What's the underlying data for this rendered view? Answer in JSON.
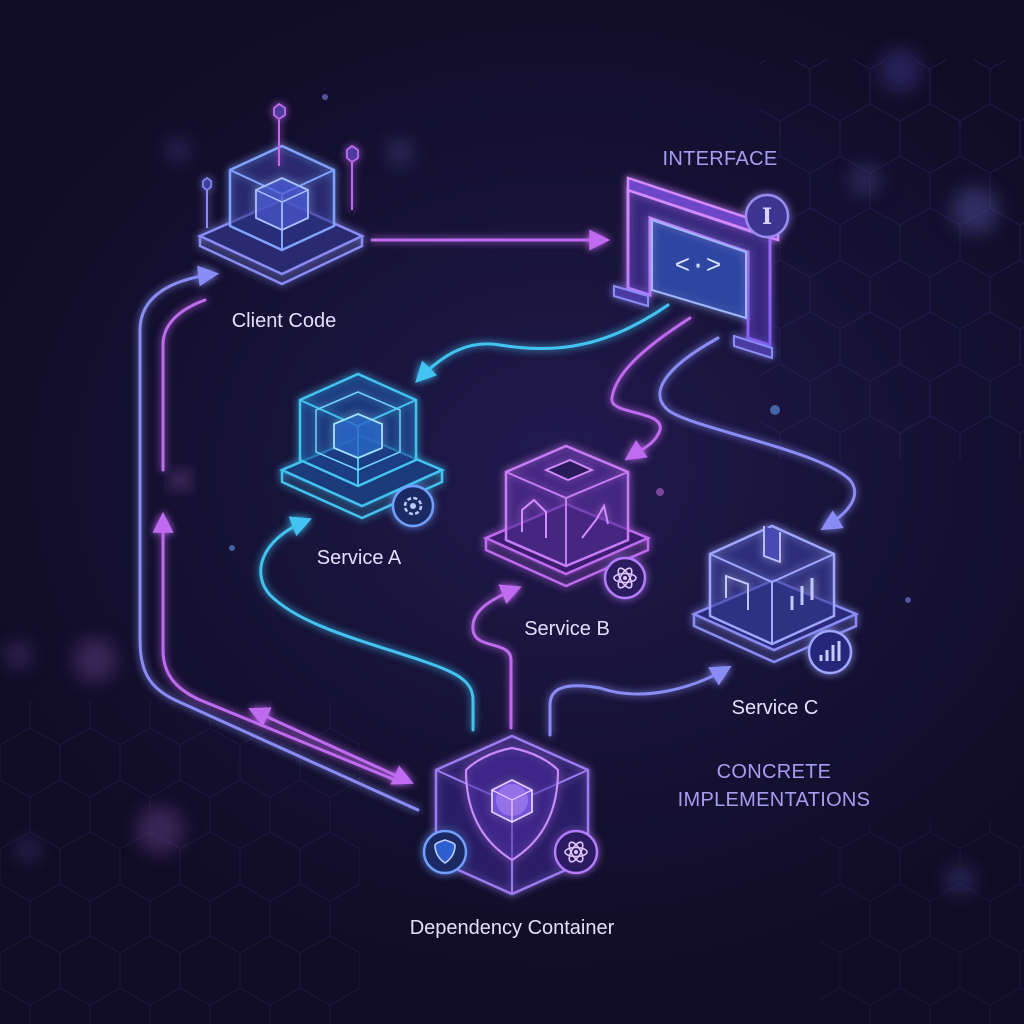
{
  "nodes": {
    "client": {
      "label": "Client Code"
    },
    "interface": {
      "label": "INTERFACE",
      "badge": "I",
      "symbol": "<·>"
    },
    "service_a": {
      "label": "Service A"
    },
    "service_b": {
      "label": "Service B"
    },
    "service_c": {
      "label": "Service C"
    },
    "container": {
      "label": "Dependency Container"
    }
  },
  "group_label": {
    "line1": "CONCRETE",
    "line2": "IMPLEMENTATIONS"
  },
  "colors": {
    "background": "#130f2c",
    "cyan": "#43c4f2",
    "violet": "#bf6af0",
    "periwinkle": "#8a8cf5",
    "label": "#e4e0fb",
    "accent_label": "#a79cf2"
  }
}
